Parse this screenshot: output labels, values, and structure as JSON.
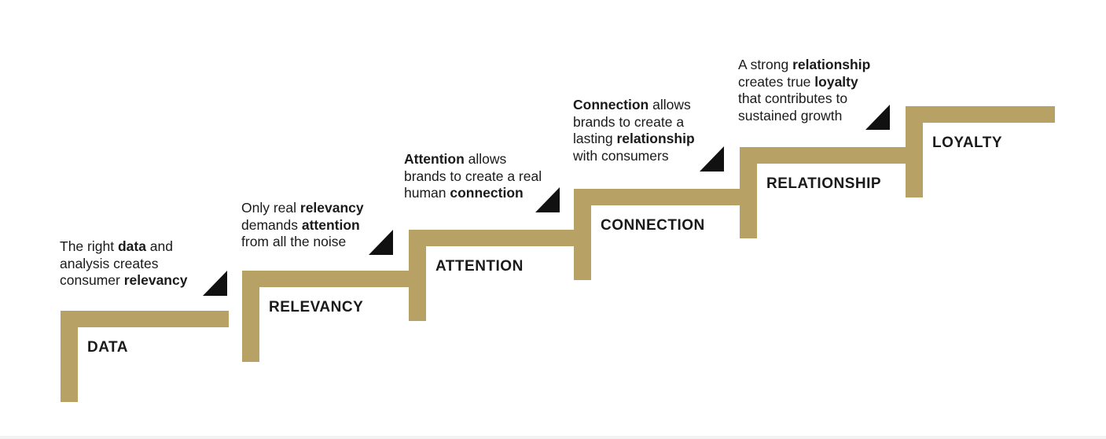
{
  "colors": {
    "gold": "#b8a165",
    "text": "#1a1a1a",
    "triangle": "#111111"
  },
  "steps": [
    {
      "label": "DATA",
      "desc": [
        [
          {
            "t": "The right "
          },
          {
            "t": "data",
            "b": true
          },
          {
            "t": " and"
          }
        ],
        [
          {
            "t": "analysis creates"
          }
        ],
        [
          {
            "t": "consumer "
          },
          {
            "t": "relevancy",
            "b": true
          }
        ]
      ]
    },
    {
      "label": "RELEVANCY",
      "desc": [
        [
          {
            "t": "Only real "
          },
          {
            "t": "relevancy",
            "b": true
          }
        ],
        [
          {
            "t": "demands "
          },
          {
            "t": "attention",
            "b": true
          }
        ],
        [
          {
            "t": "from all the noise"
          }
        ]
      ]
    },
    {
      "label": "ATTENTION",
      "desc": [
        [
          {
            "t": "Attention",
            "b": true
          },
          {
            "t": " allows"
          }
        ],
        [
          {
            "t": "brands to create a real"
          }
        ],
        [
          {
            "t": "human "
          },
          {
            "t": "connection",
            "b": true
          }
        ]
      ]
    },
    {
      "label": "CONNECTION",
      "desc": [
        [
          {
            "t": "Connection",
            "b": true
          },
          {
            "t": " allows"
          }
        ],
        [
          {
            "t": "brands to create a"
          }
        ],
        [
          {
            "t": "lasting "
          },
          {
            "t": "relationship",
            "b": true
          }
        ],
        [
          {
            "t": "with consumers"
          }
        ]
      ]
    },
    {
      "label": "RELATIONSHIP",
      "desc": [
        [
          {
            "t": "A strong "
          },
          {
            "t": "relationship",
            "b": true
          }
        ],
        [
          {
            "t": "creates true "
          },
          {
            "t": "loyalty",
            "b": true
          }
        ],
        [
          {
            "t": "that contributes to"
          }
        ],
        [
          {
            "t": "sustained growth"
          }
        ]
      ]
    },
    {
      "label": "LOYALTY",
      "desc": []
    }
  ]
}
